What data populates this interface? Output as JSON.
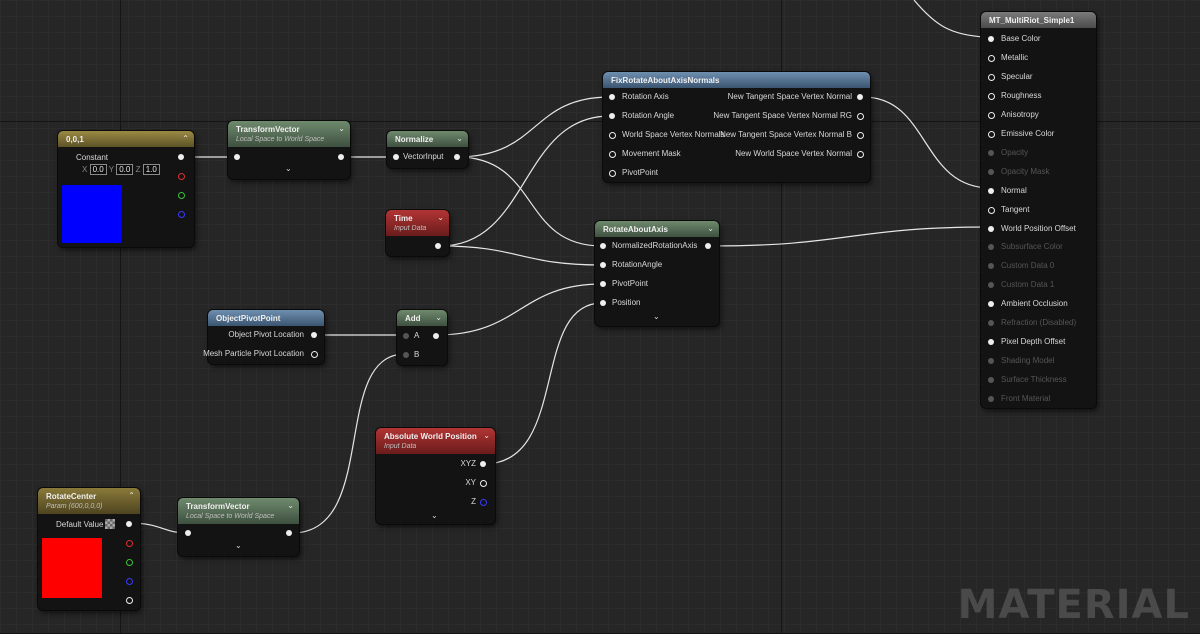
{
  "watermark": "MATERIAL",
  "nodes": {
    "constant": {
      "title": "0,0,1",
      "label": "Constant",
      "x_label": "X",
      "x_val": "0.0",
      "y_label": "Y",
      "y_val": "0.0",
      "z_label": "Z",
      "z_val": "1.0",
      "swatch_color": "#0000ff"
    },
    "transform1": {
      "title": "TransformVector",
      "subtitle": "Local Space to World Space"
    },
    "normalize": {
      "title": "Normalize",
      "input": "VectorInput"
    },
    "fix_rotate": {
      "title": "FixRotateAboutAxisNormals",
      "inputs": [
        "Rotation Axis",
        "Rotation Angle",
        "World Space Vertex Normals",
        "Movement Mask",
        "PivotPoint"
      ],
      "outputs": [
        "New Tangent Space Vertex Normal",
        "New Tangent Space Vertex Normal RG",
        "New Tangent Space Vertex Normal B",
        "New World Space Vertex Normal"
      ]
    },
    "time": {
      "title": "Time",
      "subtitle": "Input Data"
    },
    "rotate_about_axis": {
      "title": "RotateAboutAxis",
      "inputs": [
        "NormalizedRotationAxis",
        "RotationAngle",
        "PivotPoint",
        "Position"
      ]
    },
    "object_pivot": {
      "title": "ObjectPivotPoint",
      "outputs": [
        "Object Pivot Location",
        "Mesh Particle Pivot Location"
      ]
    },
    "add": {
      "title": "Add",
      "a": "A",
      "b": "B"
    },
    "abs_world": {
      "title": "Absolute World Position",
      "subtitle": "Input Data",
      "outputs": [
        "XYZ",
        "XY",
        "Z"
      ]
    },
    "rotate_center": {
      "title": "RotateCenter",
      "subtitle": "Param (600,0,0,0)",
      "label": "Default Value",
      "swatch_color": "#ff0000"
    },
    "transform2": {
      "title": "TransformVector",
      "subtitle": "Local Space to World Space"
    },
    "material": {
      "title": "MT_MultiRiot_Simple1",
      "pins": [
        {
          "label": "Base Color",
          "active": true
        },
        {
          "label": "Metallic",
          "active": true
        },
        {
          "label": "Specular",
          "active": true
        },
        {
          "label": "Roughness",
          "active": true
        },
        {
          "label": "Anisotropy",
          "active": true
        },
        {
          "label": "Emissive Color",
          "active": true
        },
        {
          "label": "Opacity",
          "active": false
        },
        {
          "label": "Opacity Mask",
          "active": false
        },
        {
          "label": "Normal",
          "active": true
        },
        {
          "label": "Tangent",
          "active": true
        },
        {
          "label": "World Position Offset",
          "active": true
        },
        {
          "label": "Subsurface Color",
          "active": false
        },
        {
          "label": "Custom Data 0",
          "active": false
        },
        {
          "label": "Custom Data 1",
          "active": false
        },
        {
          "label": "Ambient Occlusion",
          "active": true
        },
        {
          "label": "Refraction (Disabled)",
          "active": false
        },
        {
          "label": "Pixel Depth Offset",
          "active": true
        },
        {
          "label": "Shading Model",
          "active": false
        },
        {
          "label": "Surface Thickness",
          "active": false
        },
        {
          "label": "Front Material",
          "active": false
        }
      ]
    }
  }
}
